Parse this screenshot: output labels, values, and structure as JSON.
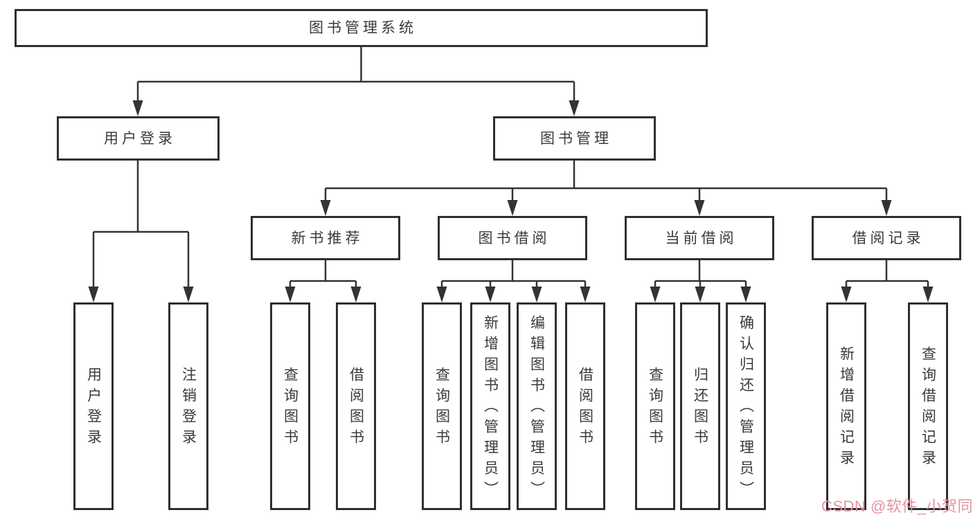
{
  "tree": {
    "label": "图书管理系统",
    "children": [
      {
        "label": "用户登录",
        "children": [
          {
            "label": "用户登录"
          },
          {
            "label": "注销登录"
          }
        ]
      },
      {
        "label": "图书管理",
        "children": [
          {
            "label": "新书推荐",
            "children": [
              {
                "label": "查询图书"
              },
              {
                "label": "借阅图书"
              }
            ]
          },
          {
            "label": "图书借阅",
            "children": [
              {
                "label": "查询图书"
              },
              {
                "label": "新增图书（管理员）"
              },
              {
                "label": "编辑图书（管理员）"
              },
              {
                "label": "借阅图书"
              }
            ]
          },
          {
            "label": "当前借阅",
            "children": [
              {
                "label": "查询图书"
              },
              {
                "label": "归还图书"
              },
              {
                "label": "确认归还（管理员）"
              }
            ]
          },
          {
            "label": "借阅记录",
            "children": [
              {
                "label": "新增借阅记录"
              },
              {
                "label": "查询借阅记录"
              }
            ]
          }
        ]
      }
    ]
  },
  "watermark": {
    "text": "CSDN @软件_小贺同学",
    "color": "#e593a1"
  },
  "colors": {
    "line": "#333333",
    "box_border": "#2f2f2f",
    "box_fill": "#ffffff",
    "text": "#3a3a3a"
  }
}
